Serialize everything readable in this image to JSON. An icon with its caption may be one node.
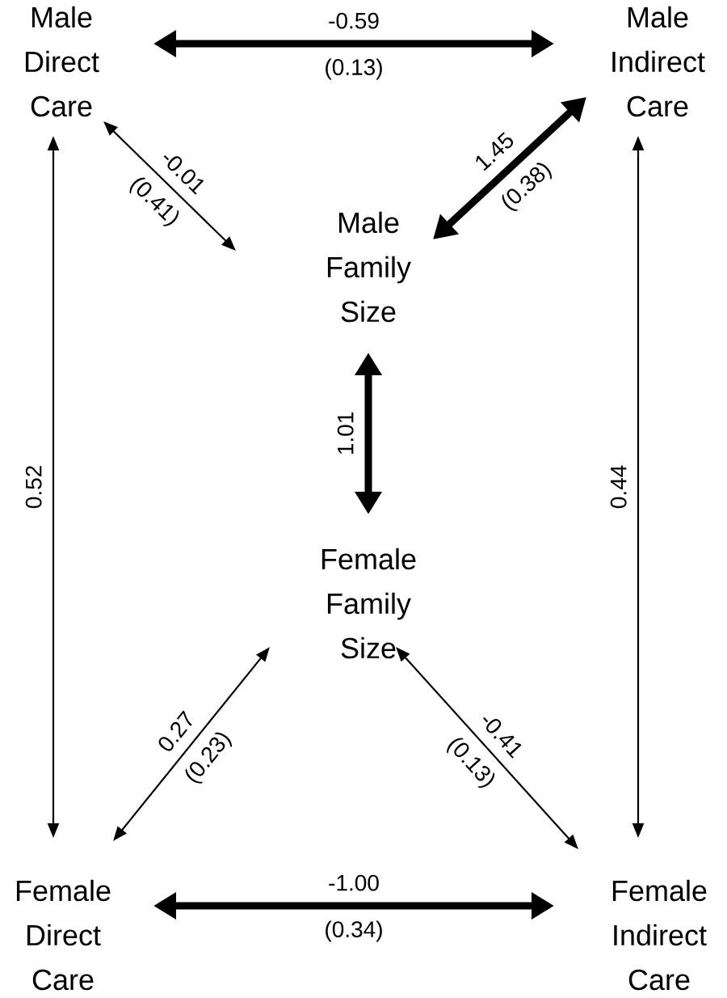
{
  "diagram": {
    "nodes": [
      {
        "text": [
          "Male Direct Care"
        ]
      },
      {
        "text": [
          "Male Indirect Care"
        ]
      },
      {
        "text": [
          "Male Family Size"
        ]
      },
      {
        "text": [
          "Female Family Size"
        ]
      },
      {
        "text": [
          "Female Direct Care"
        ]
      },
      {
        "text": [
          "Female Indirect Care"
        ]
      }
    ],
    "edges": [
      {
        "from": 0,
        "to": 1,
        "arrow": "both",
        "label": "-0.59",
        "style": "thick"
      },
      {
        "from": 0,
        "to": 2,
        "arrow": "both",
        "label": "-0.01"
      },
      {
        "from": 2,
        "to": 1,
        "arrow": "both",
        "label": "1.45",
        "style": "thick"
      },
      {
        "from": 2,
        "to": 3,
        "arrow": "both",
        "label": "1.01",
        "style": "thick"
      },
      {
        "from": 4,
        "to": 0,
        "arrow": "both",
        "label": "0.52"
      },
      {
        "from": 5,
        "to": 1,
        "arrow": "both",
        "label": "0.44"
      },
      {
        "from": 4,
        "to": 3,
        "arrow": "both",
        "label": "0.27"
      },
      {
        "from": 3,
        "to": 5,
        "arrow": "both",
        "label": "-0.41"
      },
      {
        "from": 4,
        "to": 5,
        "arrow": "both",
        "label": "-1.00",
        "style": "thick"
      }
    ],
    "labels": [
      "(0.13)",
      "(0.41)",
      "(0.38)",
      "(0.23)",
      "(0.13)",
      "(0.34)"
    ]
  }
}
